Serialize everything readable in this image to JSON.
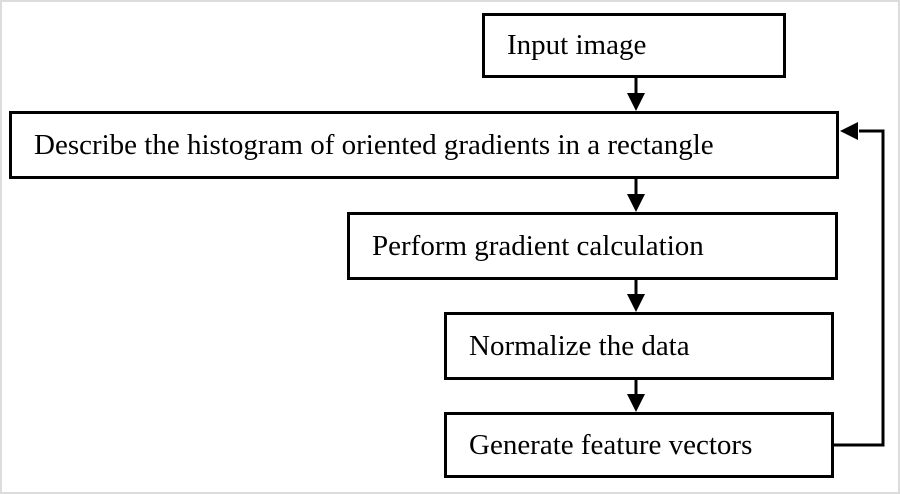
{
  "nodes": [
    {
      "id": "input-image",
      "label": "Input image"
    },
    {
      "id": "describe-hog",
      "label": "Describe the histogram of oriented gradients in a rectangle"
    },
    {
      "id": "gradient-calculation",
      "label": "Perform gradient calculation"
    },
    {
      "id": "normalize-data",
      "label": "Normalize the data"
    },
    {
      "id": "generate-feature-vectors",
      "label": "Generate feature vectors"
    }
  ],
  "edges": [
    {
      "from": "input-image",
      "to": "describe-hog"
    },
    {
      "from": "describe-hog",
      "to": "gradient-calculation"
    },
    {
      "from": "gradient-calculation",
      "to": "normalize-data"
    },
    {
      "from": "normalize-data",
      "to": "generate-feature-vectors"
    },
    {
      "from": "generate-feature-vectors",
      "to": "describe-hog",
      "type": "feedback-loop"
    }
  ],
  "colors": {
    "line": "#000000",
    "box_fill": "#ffffff",
    "background": "#ffffff",
    "text": "#000000"
  }
}
